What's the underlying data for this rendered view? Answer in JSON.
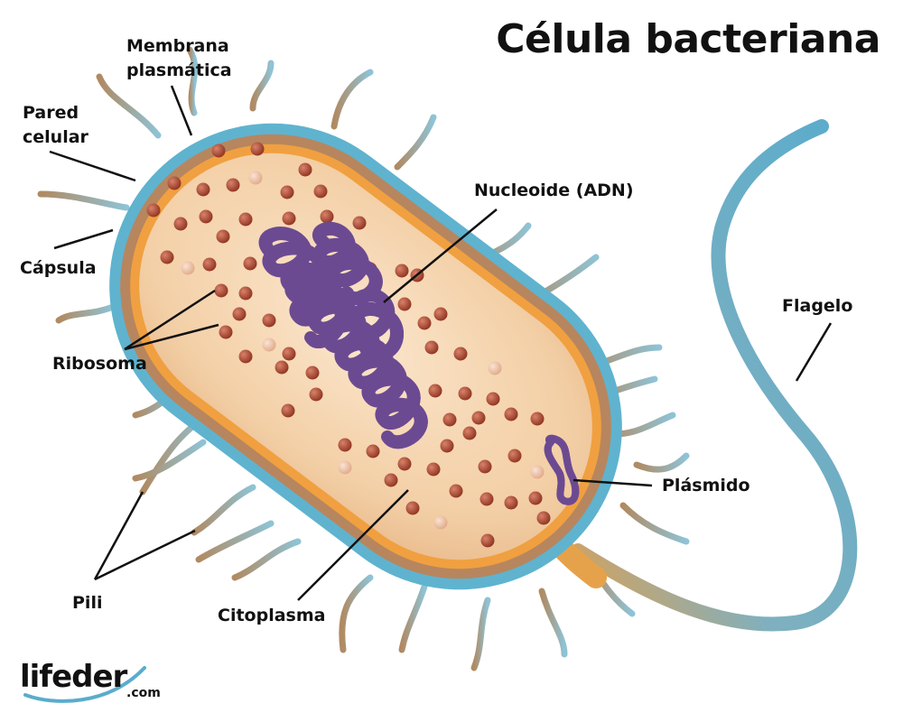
{
  "title": "Célula bacteriana",
  "labels": {
    "membrana_line1": "Membrana",
    "membrana_line2": "plasmática",
    "pared_line1": "Pared",
    "pared_line2": "celular",
    "capsula": "Cápsula",
    "ribosoma": "Ribosoma",
    "nucleoide": "Nucleoide (ADN)",
    "flagelo": "Flagelo",
    "plasmido": "Plásmido",
    "citoplasma": "Citoplasma",
    "pili": "Pili"
  },
  "logo": {
    "name": "lifeder",
    "domain": ".com"
  },
  "colors": {
    "capsule": "#5fb3cf",
    "cell_wall": "#b7865e",
    "membrane": "#f0a040",
    "cytoplasm": "#f6d4b0",
    "ribosome": "#a0402a",
    "dna": "#a686c8",
    "pili": "#8fbccf",
    "flagellum": "#6aa8bf"
  }
}
